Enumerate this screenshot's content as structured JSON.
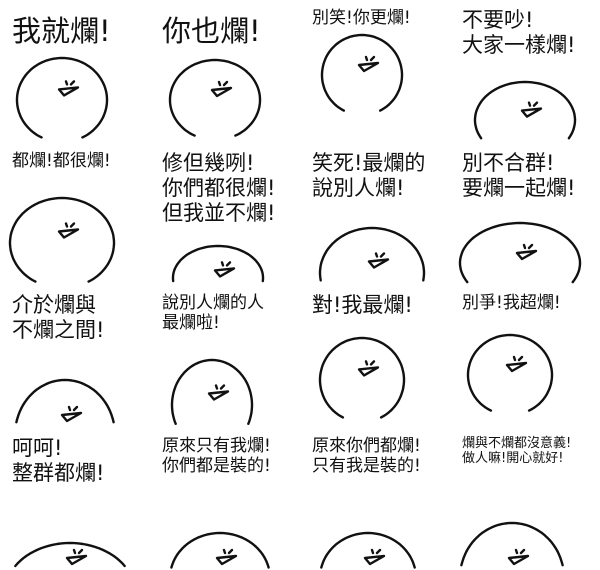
{
  "stickers": [
    {
      "lines": [
        "我就爛!"
      ]
    },
    {
      "lines": [
        "你也爛!"
      ]
    },
    {
      "lines": [
        "別笑!你更爛!"
      ]
    },
    {
      "lines": [
        "不要吵!",
        "大家一樣爛!"
      ]
    },
    {
      "lines": [
        "都爛!都很爛!"
      ]
    },
    {
      "lines": [
        "修但幾咧!",
        "你們都很爛!",
        "但我並不爛!"
      ]
    },
    {
      "lines": [
        "笑死!最爛的",
        "說別人爛!"
      ]
    },
    {
      "lines": [
        "別不合群!",
        "要爛一起爛!"
      ]
    },
    {
      "lines": [
        "介於爛與",
        "不爛之間!"
      ]
    },
    {
      "lines": [
        "說別人爛的人",
        "最爛啦!"
      ]
    },
    {
      "lines": [
        "對!我最爛!"
      ]
    },
    {
      "lines": [
        "別爭!我超爛!"
      ]
    },
    {
      "lines": [
        "呵呵!",
        "整群都爛!"
      ]
    },
    {
      "lines": [
        "原來只有我爛!",
        "你們都是裝的!"
      ]
    },
    {
      "lines": [
        "原來你們都爛!",
        "只有我是裝的!"
      ]
    },
    {
      "lines": [
        "爛與不爛都沒意義!",
        "做人嘛!開心就好!"
      ]
    }
  ]
}
